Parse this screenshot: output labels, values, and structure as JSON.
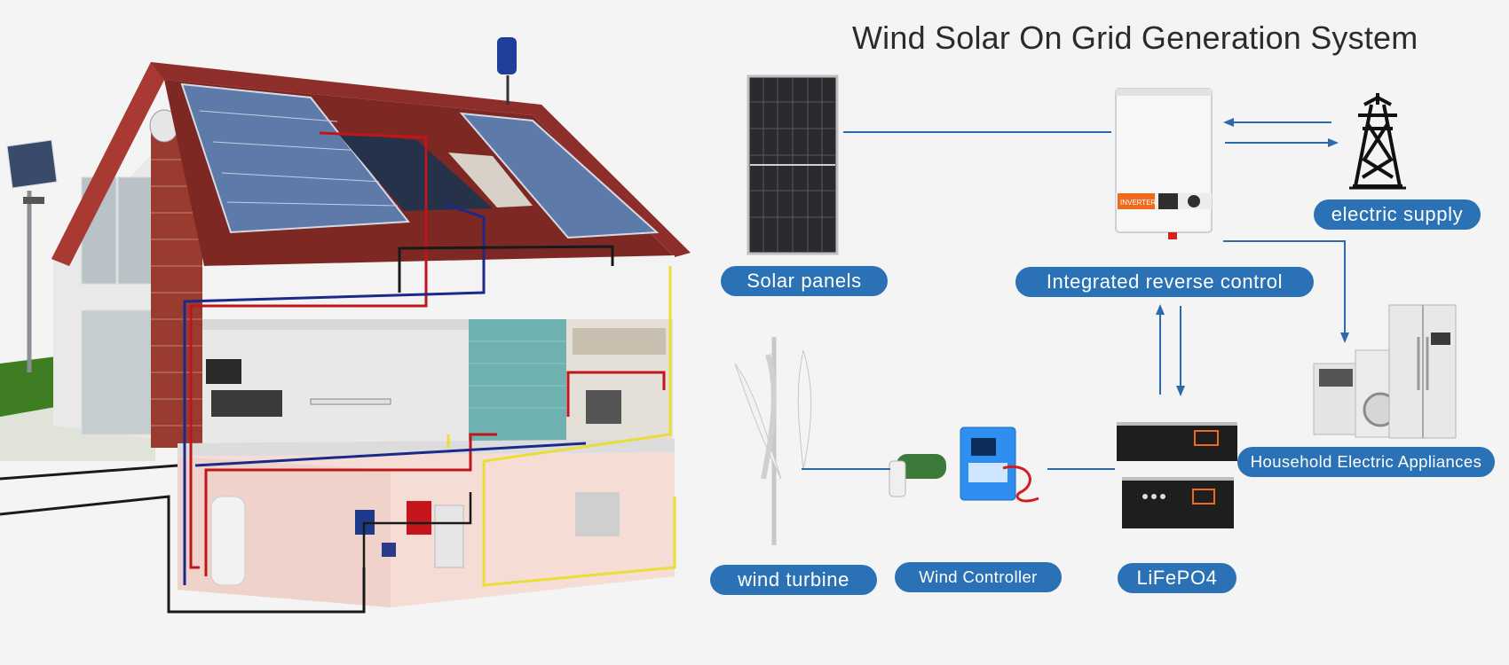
{
  "title": "Wind Solar On Grid Generation System",
  "labels": {
    "solar_panels": "Solar panels",
    "integrated_reverse_control": "Integrated reverse control",
    "electric_supply": "electric supply",
    "household_appliances": "Household Electric Appliances",
    "wind_turbine": "wind turbine",
    "wind_controller": "Wind Controller",
    "lifepo4": "LiFePO4",
    "inverter_brand": "INVERTER"
  },
  "colors": {
    "pill_blue": "#2a72b5",
    "connector_blue": "#2a6aad",
    "pipe_red": "#c0161b",
    "pipe_navy": "#1b2a8a",
    "cable_yellow": "#e8de35",
    "cable_black": "#1a1a1a",
    "roof_tile": "#8e2e2a",
    "inverter_accent": "#f06a1e"
  }
}
